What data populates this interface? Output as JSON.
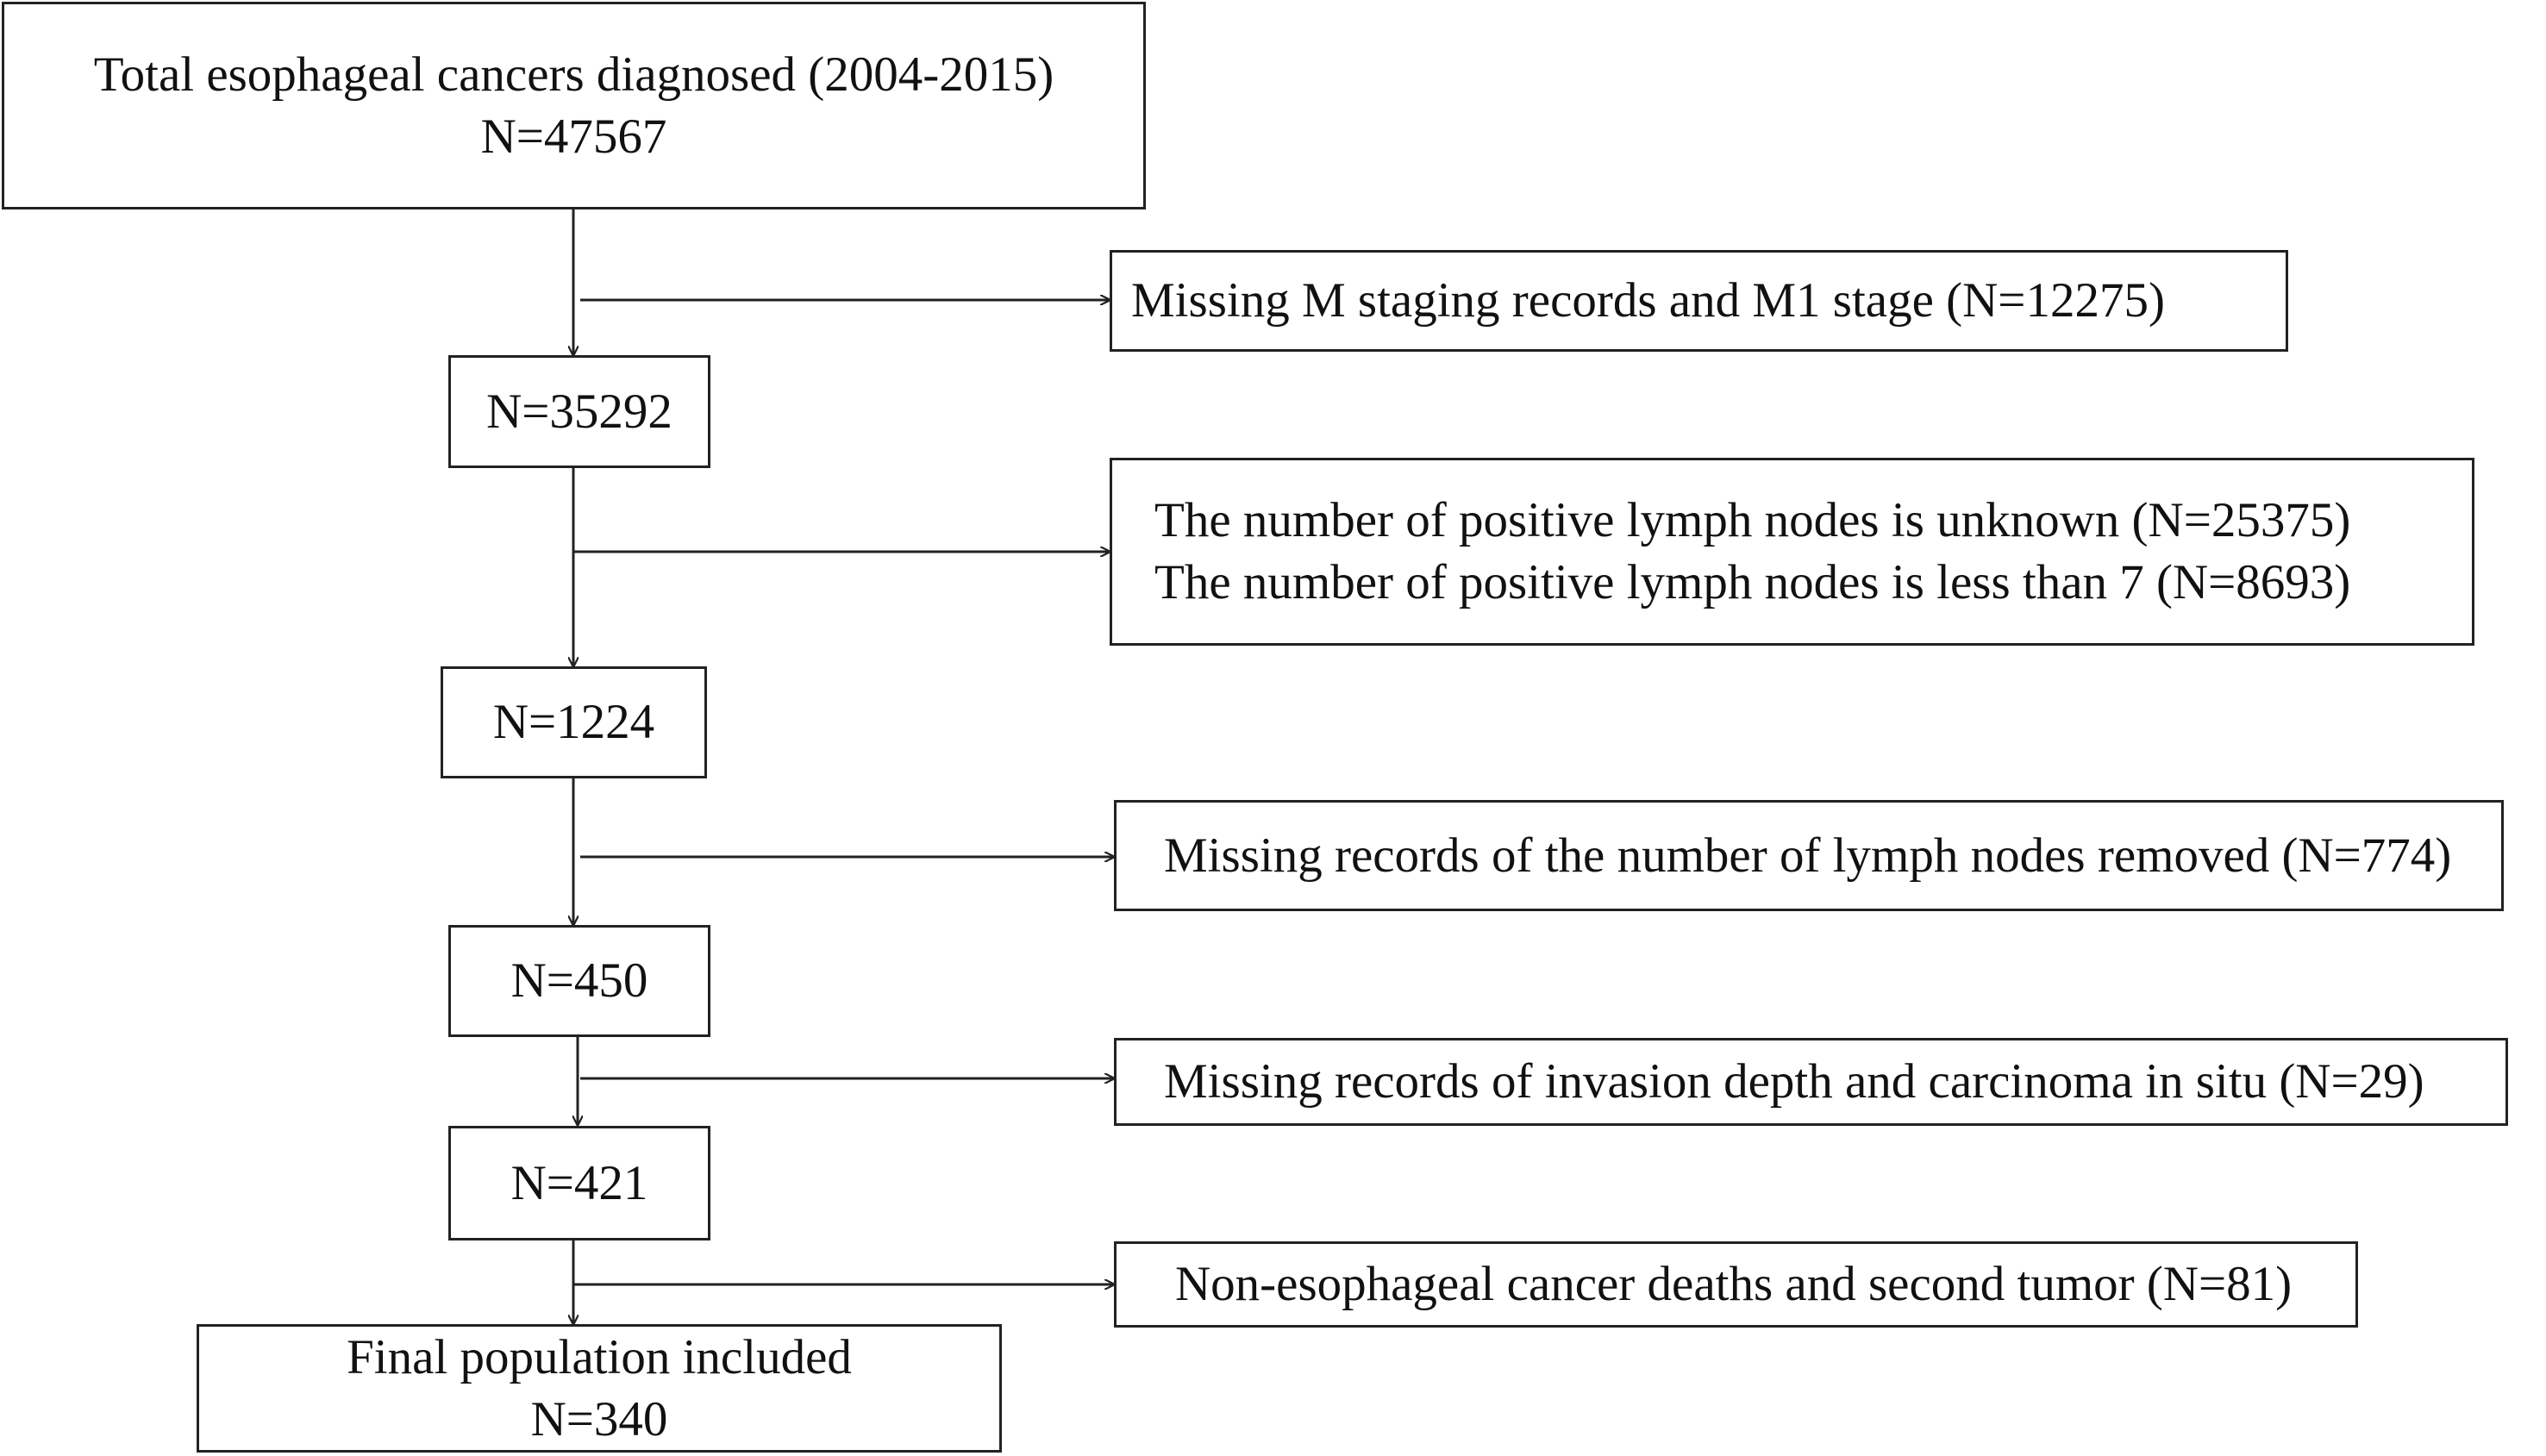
{
  "flowchart": {
    "main_boxes": [
      {
        "lines": [
          "Total esophageal cancers diagnosed (2004-2015)",
          "N=47567"
        ]
      },
      {
        "lines": [
          "N=35292"
        ]
      },
      {
        "lines": [
          "N=1224"
        ]
      },
      {
        "lines": [
          "N=450"
        ]
      },
      {
        "lines": [
          "N=421"
        ]
      },
      {
        "lines": [
          "Final population included",
          "N=340"
        ]
      }
    ],
    "exclusion_boxes": [
      {
        "lines": [
          "Missing M staging records and M1 stage (N=12275)"
        ]
      },
      {
        "lines": [
          "The number of positive lymph nodes is unknown (N=25375)",
          "The number of positive lymph nodes is less than 7 (N=8693)"
        ]
      },
      {
        "lines": [
          "Missing records of the number of lymph nodes removed (N=774)"
        ]
      },
      {
        "lines": [
          "Missing records of invasion depth and carcinoma in situ (N=29)"
        ]
      },
      {
        "lines": [
          "Non-esophageal cancer deaths and second tumor (N=81)"
        ]
      }
    ]
  },
  "colors": {
    "line": "#222222",
    "text": "#111111",
    "background": "#ffffff"
  }
}
